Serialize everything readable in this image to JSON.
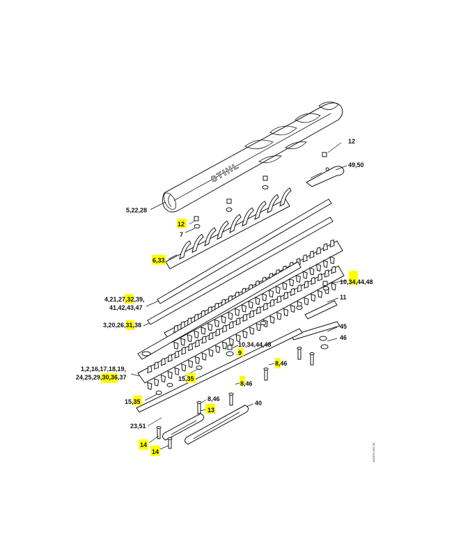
{
  "brand": "STIHL",
  "drawing_number": "4228TH-001-3C",
  "highlight_color": "#ffff00",
  "callouts": [
    {
      "id": "c1",
      "text": "12"
    },
    {
      "id": "c2",
      "text": "49,50"
    },
    {
      "id": "c3",
      "text": "5,22,28"
    },
    {
      "id": "c4",
      "text": "12"
    },
    {
      "id": "c5",
      "text": "7"
    },
    {
      "id": "c6",
      "text": "6,33"
    },
    {
      "id": "c7",
      "text": "10,34,44,48"
    },
    {
      "id": "c8",
      "text": "4,21,27,32,39,"
    },
    {
      "id": "c9",
      "text": "41,42,43,47"
    },
    {
      "id": "c10",
      "text": "11"
    },
    {
      "id": "c11",
      "text": "3,20,26,31,38"
    },
    {
      "id": "c12",
      "text": "45"
    },
    {
      "id": "c13",
      "text": "46"
    },
    {
      "id": "c14",
      "text": "10,34,44,48"
    },
    {
      "id": "c15",
      "text": "9"
    },
    {
      "id": "c16",
      "text": "8,46"
    },
    {
      "id": "c17",
      "text": "1,2,16,17,18,19,"
    },
    {
      "id": "c18",
      "text": "24,25,29,30,36,37"
    },
    {
      "id": "c19",
      "text": "15,35"
    },
    {
      "id": "c20",
      "text": "8,46"
    },
    {
      "id": "c21",
      "text": "15,35"
    },
    {
      "id": "c22",
      "text": "8,46"
    },
    {
      "id": "c23",
      "text": "13"
    },
    {
      "id": "c24",
      "text": "40"
    },
    {
      "id": "c25",
      "text": "23,51"
    },
    {
      "id": "c26",
      "text": "14"
    },
    {
      "id": "c27",
      "text": "14"
    }
  ]
}
